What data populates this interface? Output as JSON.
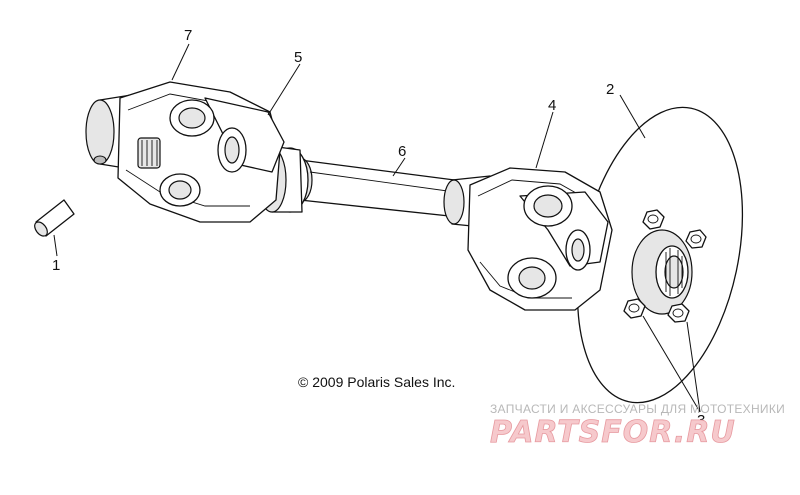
{
  "callouts": [
    {
      "id": "1",
      "label": "1"
    },
    {
      "id": "2",
      "label": "2"
    },
    {
      "id": "3",
      "label": "3"
    },
    {
      "id": "4",
      "label": "4"
    },
    {
      "id": "5",
      "label": "5"
    },
    {
      "id": "6",
      "label": "6"
    },
    {
      "id": "7",
      "label": "7"
    }
  ],
  "copyright": "© 2009 Polaris Sales Inc.",
  "watermark": {
    "tagline": "ЗАПЧАСТИ И АКСЕССУАРЫ ДЛЯ МОТОТЕХНИКИ",
    "brand": "PARTSFOR.RU"
  }
}
